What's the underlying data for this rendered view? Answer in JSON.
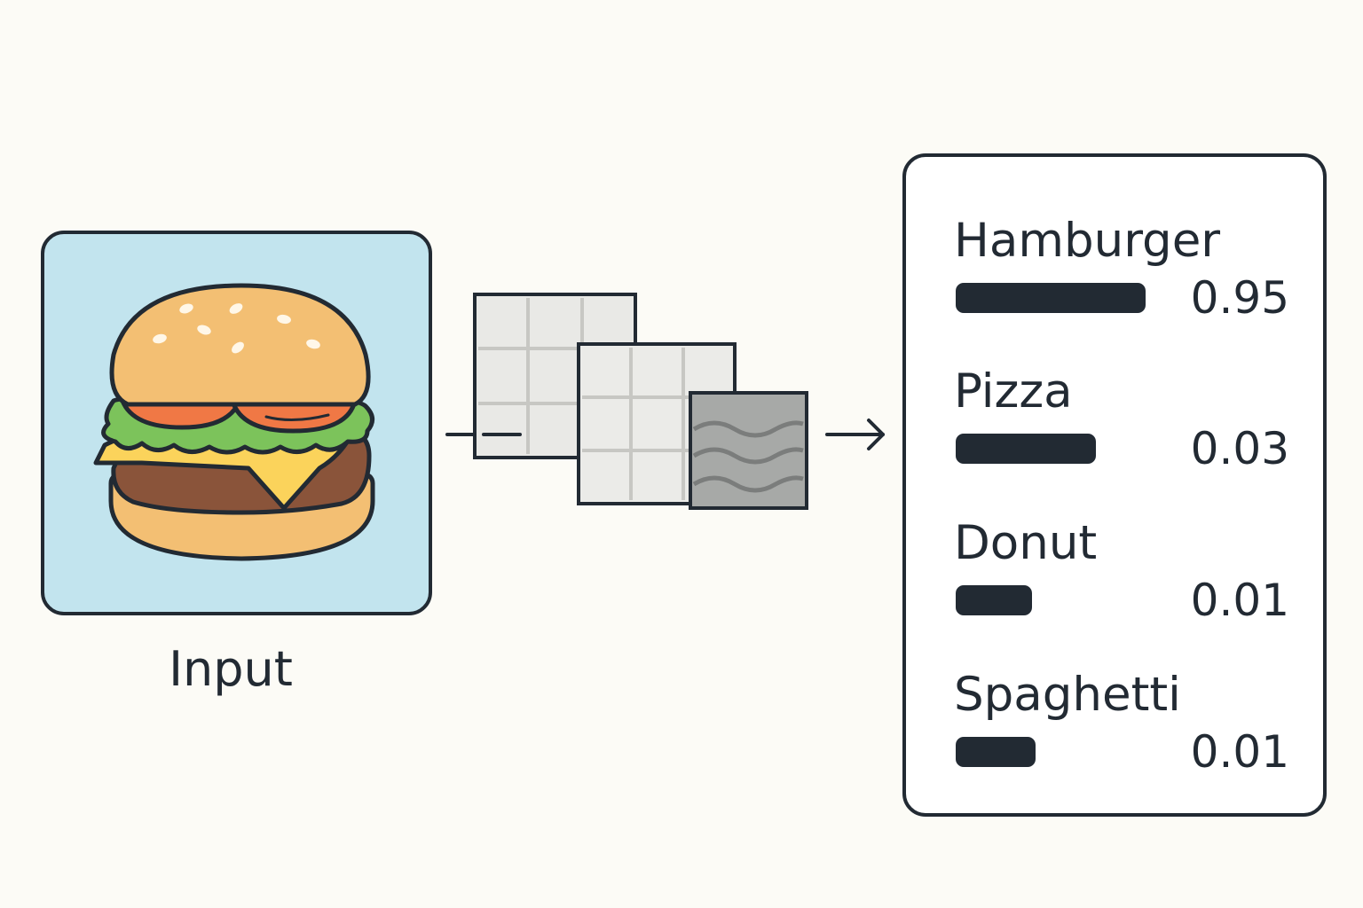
{
  "input": {
    "label": "Input",
    "icon": "hamburger-icon"
  },
  "network": {
    "stages": [
      "grid-feature-map-icon",
      "grid-feature-map-icon",
      "wave-feature-map-icon"
    ]
  },
  "results": [
    {
      "label": "Hamburger",
      "score": "0.95",
      "value": 0.95
    },
    {
      "label": "Pizza",
      "score": "0.03",
      "value": 0.03
    },
    {
      "label": "Donut",
      "score": "0.01",
      "value": 0.01
    },
    {
      "label": "Spaghetti",
      "score": "0.01",
      "value": 0.01
    }
  ],
  "colors": {
    "background": "#fcfbf6",
    "ink": "#222a33",
    "input_panel": "#c2e4ee",
    "bun": "#f3bf73",
    "patty": "#8a543a",
    "lettuce": "#7cc35b",
    "tomato": "#f07845",
    "cheese": "#fbd35b"
  }
}
